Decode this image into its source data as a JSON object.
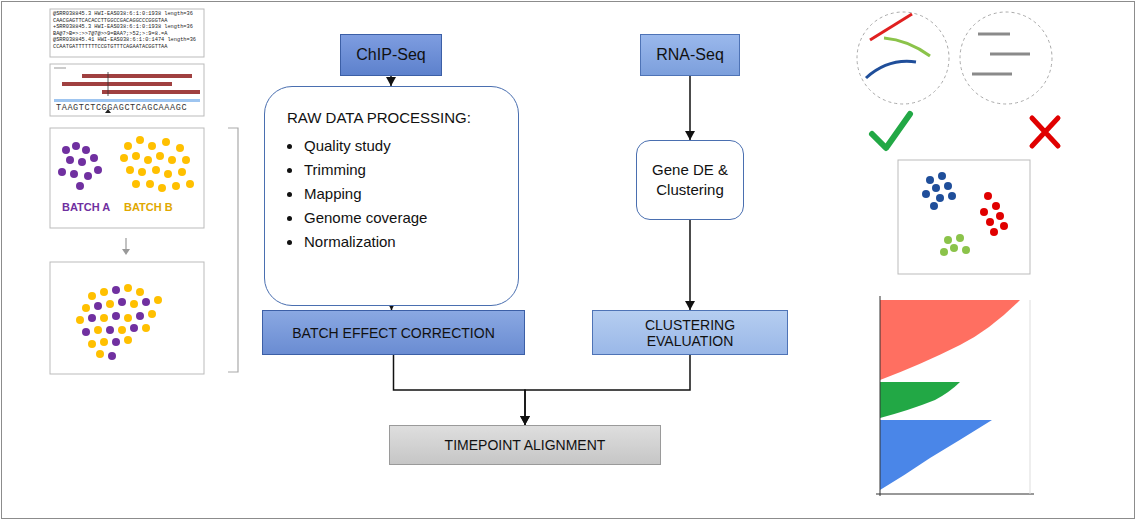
{
  "diagram": {
    "nodes": [
      {
        "text": [
          "ChIP-Seq"
        ]
      },
      {
        "text": [
          "RNA-Seq"
        ]
      },
      {
        "text": [
          "RAW DATA PROCESSING:",
          "Quality study",
          "Trimming",
          "Mapping",
          "Genome coverage",
          "Normalization"
        ]
      },
      {
        "text": [
          "Gene DE & Clustering"
        ]
      },
      {
        "text": [
          "BATCH EFFECT CORRECTION"
        ]
      },
      {
        "text": [
          "CLUSTERING EVALUATION"
        ]
      },
      {
        "text": [
          "TIMEPOINT ALIGNMENT"
        ]
      }
    ],
    "edges": [
      {
        "from": 0,
        "to": 2,
        "arrow": "to"
      },
      {
        "from": 1,
        "to": 3,
        "arrow": "to"
      },
      {
        "from": 2,
        "to": 4,
        "arrow": "to"
      },
      {
        "from": 3,
        "to": 5,
        "arrow": "to"
      },
      {
        "from": 4,
        "to": 6,
        "arrow": "to"
      },
      {
        "from": 5,
        "to": 6,
        "arrow": "to"
      }
    ],
    "labels": [
      "@SRR038845.3 HWI-EAS038:6:1:0:1938 length=36",
      "CAACGAGTTCACACCTTGGCCGACAGGCCCGGGTAA",
      "+SRR038845.3 HWI-EAS038:6:1:0:1938 length=36",
      "BA@7>B=>:>>7@7@>>9=BAA?;>52;>:9=8.=A",
      "@SRR038845.41 HWI-EAS038:6:1:0:1474 length=36",
      "CCAATGATTTTTTTCCGTGTTTCAGAATACGGTTAA",
      "TAAGTCTCGGAGCTCAGCAAAGC",
      "BATCH A",
      "BATCH B"
    ]
  }
}
